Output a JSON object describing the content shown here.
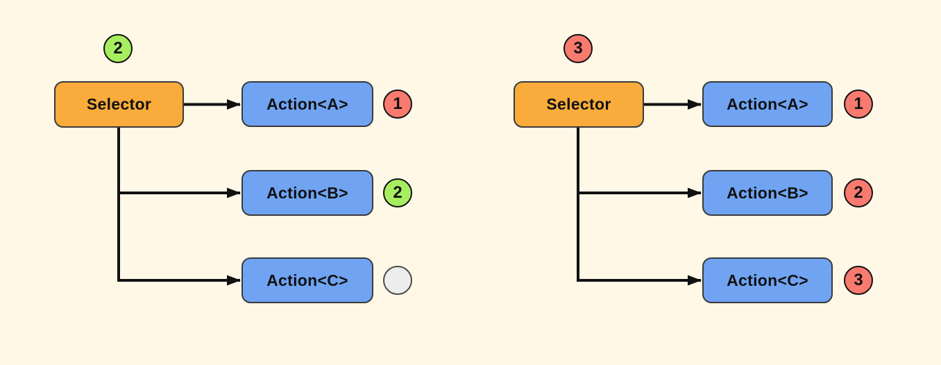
{
  "scene": {
    "background": "#FFF8E7",
    "line_color": "#111111",
    "node_border": "#3A3A3A",
    "text_color": "#111111",
    "selector_fill": "#F9AC3B",
    "action_fill": "#70A4F3"
  },
  "status_colors": {
    "red": "#F97A6F",
    "green": "#A6ED5F",
    "gray": "#EDEDED"
  },
  "diagrams": [
    {
      "name": "left-tree",
      "root": {
        "label": "Selector",
        "badge": {
          "value": "2",
          "fill": "#A6ED5F",
          "border": "#111111"
        }
      },
      "children": [
        {
          "label": "Action<A>",
          "badge": {
            "value": "1",
            "fill": "#F97A6F",
            "border": "#111111"
          }
        },
        {
          "label": "Action<B>",
          "badge": {
            "value": "2",
            "fill": "#A6ED5F",
            "border": "#111111"
          }
        },
        {
          "label": "Action<C>",
          "badge": {
            "value": "",
            "fill": "#EDEDED",
            "border": "#4A4A4A"
          }
        }
      ]
    },
    {
      "name": "right-tree",
      "root": {
        "label": "Selector",
        "badge": {
          "value": "3",
          "fill": "#F97A6F",
          "border": "#111111"
        }
      },
      "children": [
        {
          "label": "Action<A>",
          "badge": {
            "value": "1",
            "fill": "#F97A6F",
            "border": "#111111"
          }
        },
        {
          "label": "Action<B>",
          "badge": {
            "value": "2",
            "fill": "#F97A6F",
            "border": "#111111"
          }
        },
        {
          "label": "Action<C>",
          "badge": {
            "value": "3",
            "fill": "#F97A6F",
            "border": "#111111"
          }
        }
      ]
    }
  ]
}
